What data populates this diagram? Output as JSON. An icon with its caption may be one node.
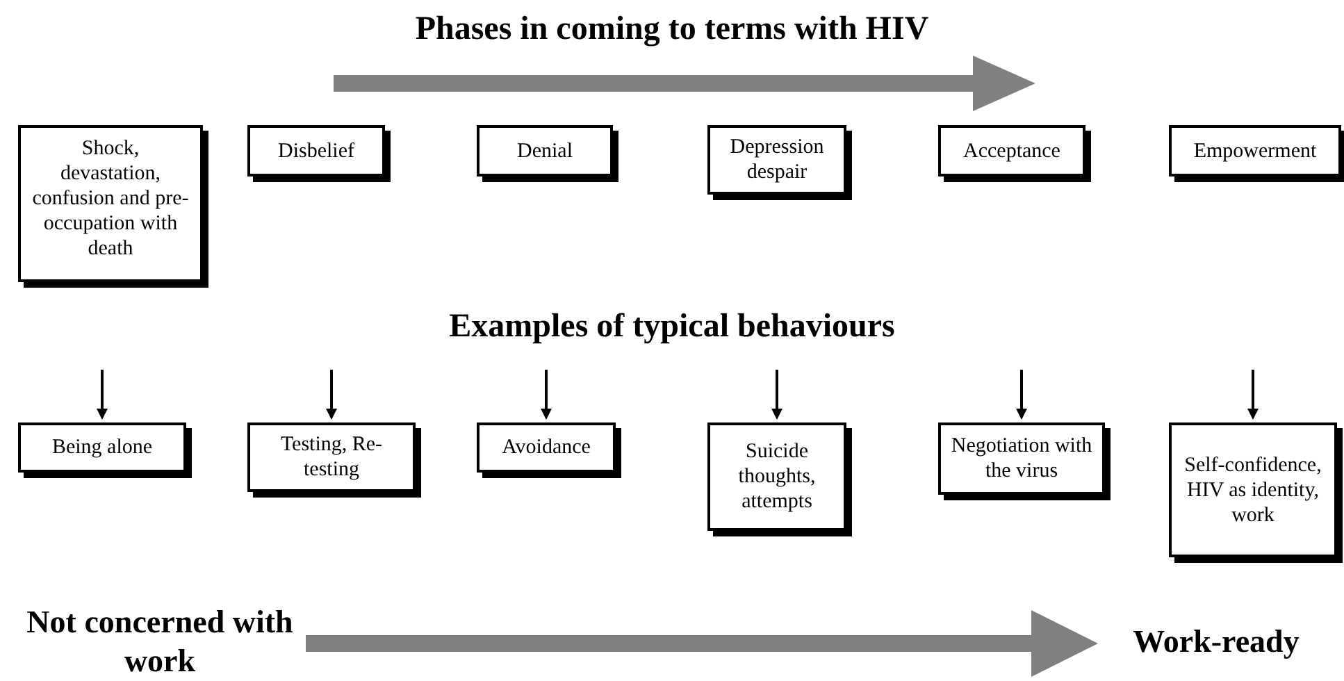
{
  "diagram": {
    "title": "Phases in coming to terms with HIV",
    "nodes": [
      {
        "text": [
          "Shock, devastation, confusion and pre-occupation with death"
        ]
      },
      {
        "text": [
          "Disbelief"
        ]
      },
      {
        "text": [
          "Denial"
        ]
      },
      {
        "text": [
          "Depression despair"
        ]
      },
      {
        "text": [
          "Acceptance"
        ]
      },
      {
        "text": [
          "Empowerment"
        ]
      },
      {
        "text": [
          "Being alone"
        ]
      },
      {
        "text": [
          "Testing, Re-testing"
        ]
      },
      {
        "text": [
          "Avoidance"
        ]
      },
      {
        "text": [
          "Suicide thoughts, attempts"
        ]
      },
      {
        "text": [
          "Negotiation with the virus"
        ]
      },
      {
        "text": [
          "Self-confidence, HIV as identity, work"
        ]
      },
      {
        "text": [
          "Not concerned with work"
        ]
      },
      {
        "text": [
          "Work-ready"
        ]
      }
    ],
    "edges": [
      {
        "from": null,
        "to": 6,
        "arrow": "to"
      },
      {
        "from": null,
        "to": 7,
        "arrow": "to"
      },
      {
        "from": null,
        "to": 8,
        "arrow": "to"
      },
      {
        "from": null,
        "to": 9,
        "arrow": "to"
      },
      {
        "from": null,
        "to": 10,
        "arrow": "to"
      },
      {
        "from": null,
        "to": 11,
        "arrow": "to"
      },
      {
        "from": 12,
        "to": 13,
        "arrow": "to",
        "style": "thick",
        "color": "#808080"
      }
    ],
    "labels": [
      "Examples of typical behaviours"
    ]
  }
}
